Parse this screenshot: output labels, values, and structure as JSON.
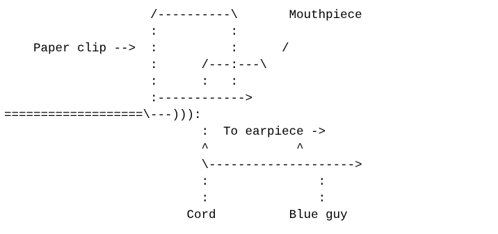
{
  "diagram": {
    "lines": [
      "                    /----------\\       Mouthpiece",
      "                    :          :",
      "    Paper clip -->  :          :      /",
      "                    :      /---:---\\",
      "                    :      :   :",
      "                    :------------>",
      "===================\\---))):",
      "                           :  To earpiece ->",
      "                           ^            ^",
      "                           \\-------------------->",
      "                           :               :",
      "                           :               :",
      "                         Cord          Blue guy"
    ],
    "labels": {
      "paper_clip": "Paper clip -->",
      "mouthpiece": "Mouthpiece",
      "to_earpiece": "To earpiece ->",
      "cord": "Cord",
      "blue_guy": "Blue guy"
    }
  }
}
